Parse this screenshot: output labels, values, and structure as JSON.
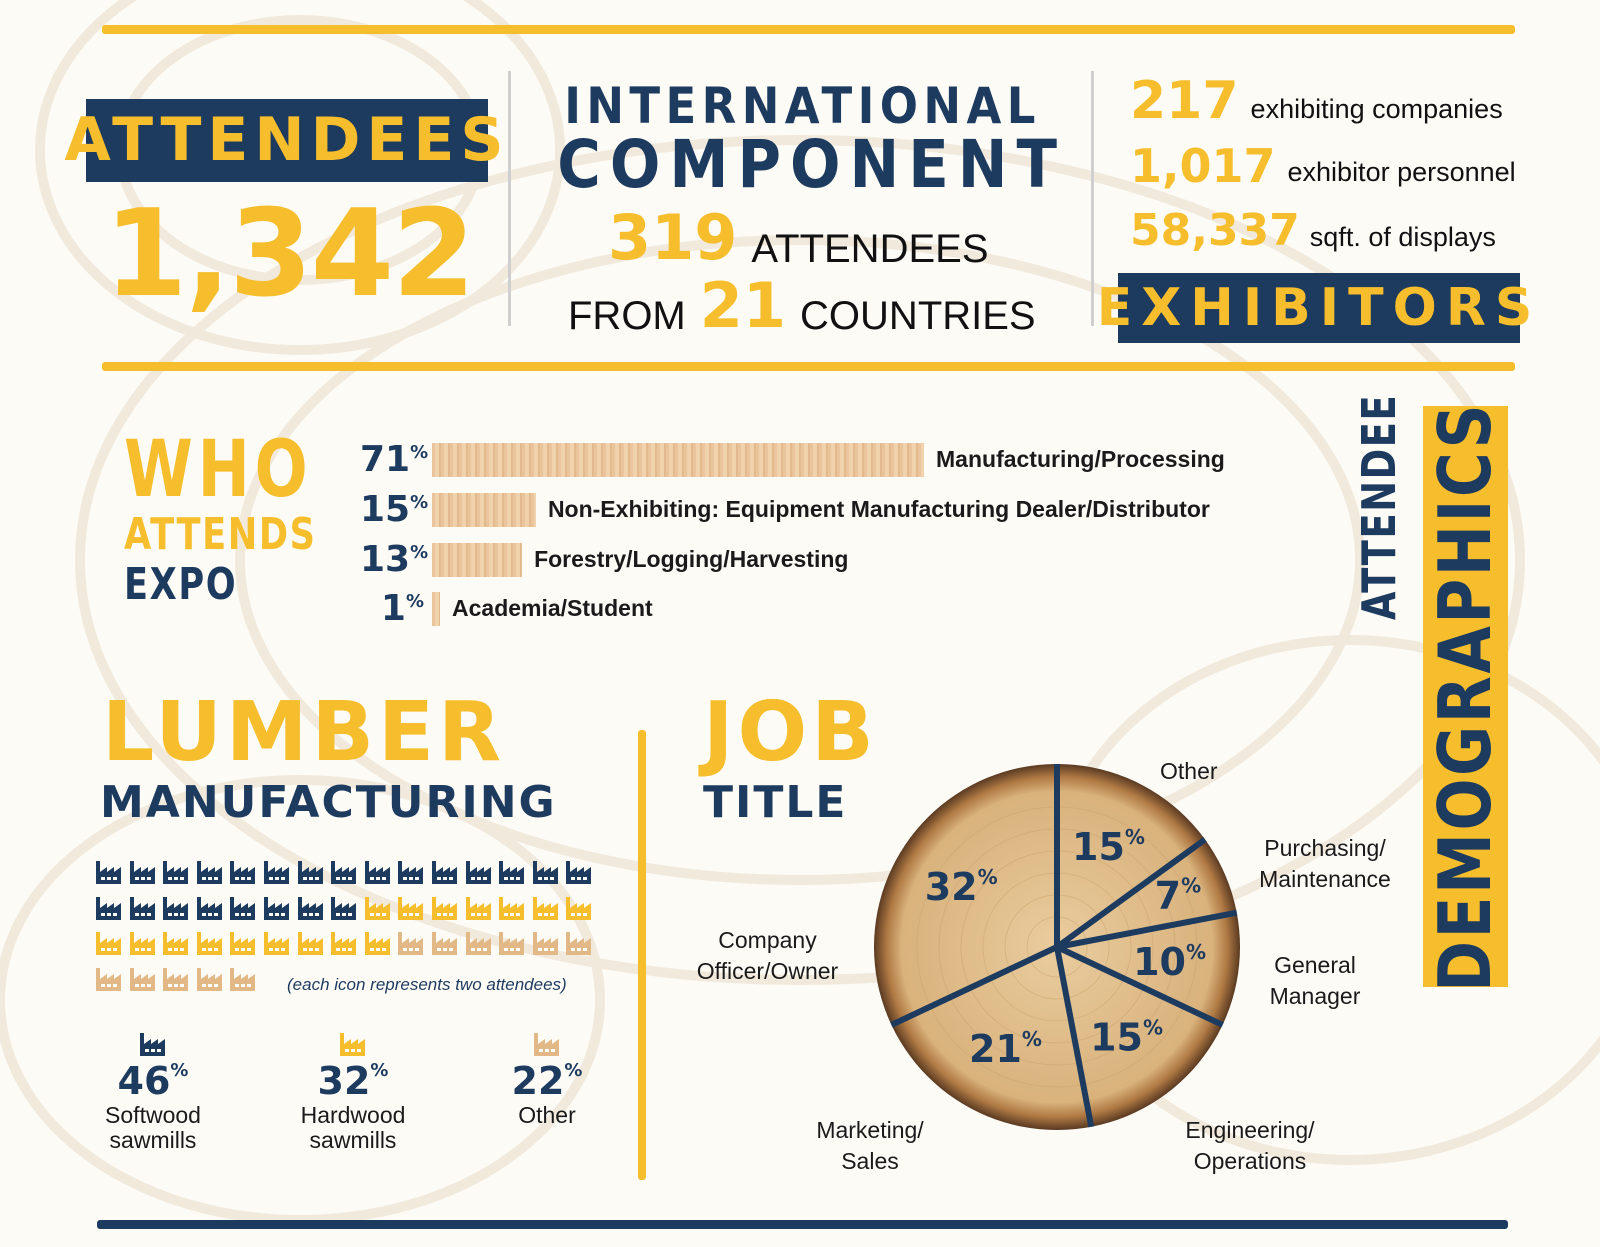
{
  "colors": {
    "navy": "#1d3a5f",
    "yellow": "#f6be2c",
    "tan": "#e2b986"
  },
  "attendees": {
    "label": "ATTENDEES",
    "value": "1,342"
  },
  "international": {
    "line1": "INTERNATIONAL",
    "line2": "COMPONENT",
    "count": "319",
    "count_label": "ATTENDEES",
    "from": "FROM",
    "countries": "21",
    "countries_label": "COUNTRIES"
  },
  "exhibitors": {
    "label": "EXHIBITORS",
    "stats": [
      {
        "value": "217",
        "label": "exhibiting companies"
      },
      {
        "value": "1,017",
        "label": "exhibitor personnel"
      },
      {
        "value": "58,337",
        "label": "sqft. of displays"
      }
    ]
  },
  "side_title": {
    "line1": "ATTENDEE",
    "line2": "DEMOGRAPHICS"
  },
  "who": {
    "line1": "WHO",
    "line2": "ATTENDS",
    "line3": "EXPO"
  },
  "lumber": {
    "line1": "LUMBER",
    "line2": "MANUFACTURING",
    "note": "(each icon represents two attendees)",
    "legend": [
      {
        "pct": "46",
        "sym": "%",
        "label": "Softwood sawmills",
        "icons": 23,
        "color": "#1d3a5f"
      },
      {
        "pct": "32",
        "sym": "%",
        "label": "Hardwood sawmills",
        "icons": 16,
        "color": "#f6be2c"
      },
      {
        "pct": "22",
        "sym": "%",
        "label": "Other",
        "icons": 11,
        "color": "#e2b986"
      }
    ]
  },
  "job": {
    "line1": "JOB",
    "line2": "TITLE"
  },
  "chart_data": [
    {
      "type": "bar",
      "title": "Who Attends Expo",
      "orientation": "horizontal",
      "unit": "%",
      "categories": [
        "Manufacturing/Processing",
        "Non-Exhibiting: Equipment Manufacturing Dealer/Distributor",
        "Forestry/Logging/Harvesting",
        "Academia/Student"
      ],
      "values": [
        71,
        15,
        13,
        1
      ]
    },
    {
      "type": "pie",
      "title": "Job Title",
      "unit": "%",
      "categories": [
        "Other",
        "Purchasing/ Maintenance",
        "General Manager",
        "Engineering/ Operations",
        "Marketing/ Sales",
        "Company Officer/Owner"
      ],
      "values": [
        15,
        7,
        10,
        15,
        21,
        32
      ]
    }
  ]
}
